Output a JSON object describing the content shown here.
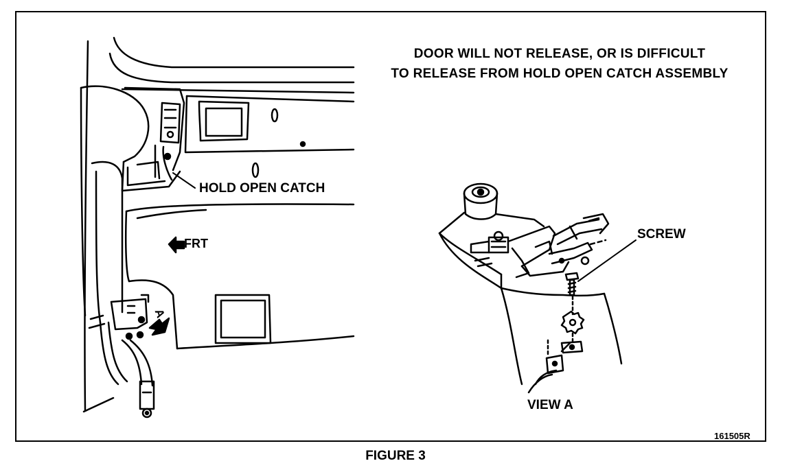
{
  "title": {
    "line1": "DOOR WILL NOT RELEASE, OR IS DIFFICULT",
    "line2": "TO RELEASE FROM HOLD OPEN CATCH ASSEMBLY"
  },
  "callouts": {
    "hold_open_catch": "HOLD OPEN CATCH",
    "frt": "FRT",
    "view_marker": "A",
    "screw": "SCREW",
    "view_a": "VIEW A"
  },
  "figure_code": "161505R",
  "caption": "FIGURE 3"
}
